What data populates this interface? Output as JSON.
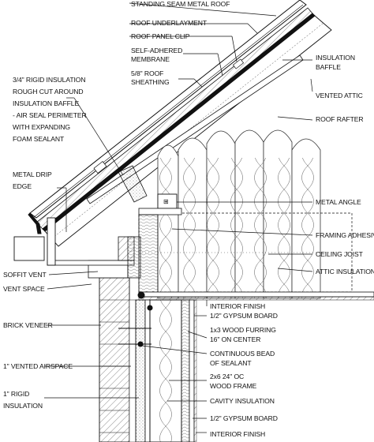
{
  "labels": {
    "standing_seam": "STANDING SEAM METAL ROOF",
    "roof_underlayment": "ROOF UNDERLAYMENT",
    "roof_panel_clip": "ROOF PANEL CLIP",
    "self_adhered_1": "SELF-ADHERED",
    "self_adhered_2": "MEMBRANE",
    "roof_sheathing_1": "5/8\" ROOF",
    "roof_sheathing_2": "SHEATHING",
    "insulation_baffle_1": "INSULATION",
    "insulation_baffle_2": "BAFFLE",
    "vented_attic": "VENTED ATTIC",
    "roof_rafter": "ROOF RAFTER",
    "rigid_note_1": "3/4\" RIGID INSULATION",
    "rigid_note_2": "ROUGH CUT AROUND",
    "rigid_note_3": "INSULATION BAFFLE",
    "rigid_note_4": "- AIR SEAL PERIMETER",
    "rigid_note_5": "WITH EXPANDING",
    "rigid_note_6": "FOAM SEALANT",
    "drip_edge_1": "METAL DRIP",
    "drip_edge_2": "EDGE",
    "metal_angle": "METAL ANGLE",
    "framing_adhesive": "FRAMING ADHESIVE",
    "ceiling_joist": "CEILING JOIST",
    "attic_insulation": "ATTIC INSULATION",
    "soffit_vent": "SOFFIT VENT",
    "vent_space": "VENT SPACE",
    "interior_finish_top_1": "INTERIOR FINISH",
    "interior_finish_top_2": "1/2\" GYPSUM BOARD",
    "brick_veneer": "BRICK VENEER",
    "furring_1": "1x3 WOOD FURRING",
    "furring_2": "16\" ON CENTER",
    "bead_1": "CONTINUOUS BEAD",
    "bead_2": "OF SEALANT",
    "vented_airspace": "1\" VENTED AIRSPACE",
    "frame_1": "2x6 24\" OC",
    "frame_2": "WOOD FRAME",
    "rigid_1": "1\" RIGID",
    "rigid_2": "INSULATION",
    "cavity_insulation": "CAVITY INSULATION",
    "gypsum_bottom": "1/2\" GYPSUM BOARD",
    "interior_finish_bottom": "INTERIOR FINISH"
  }
}
